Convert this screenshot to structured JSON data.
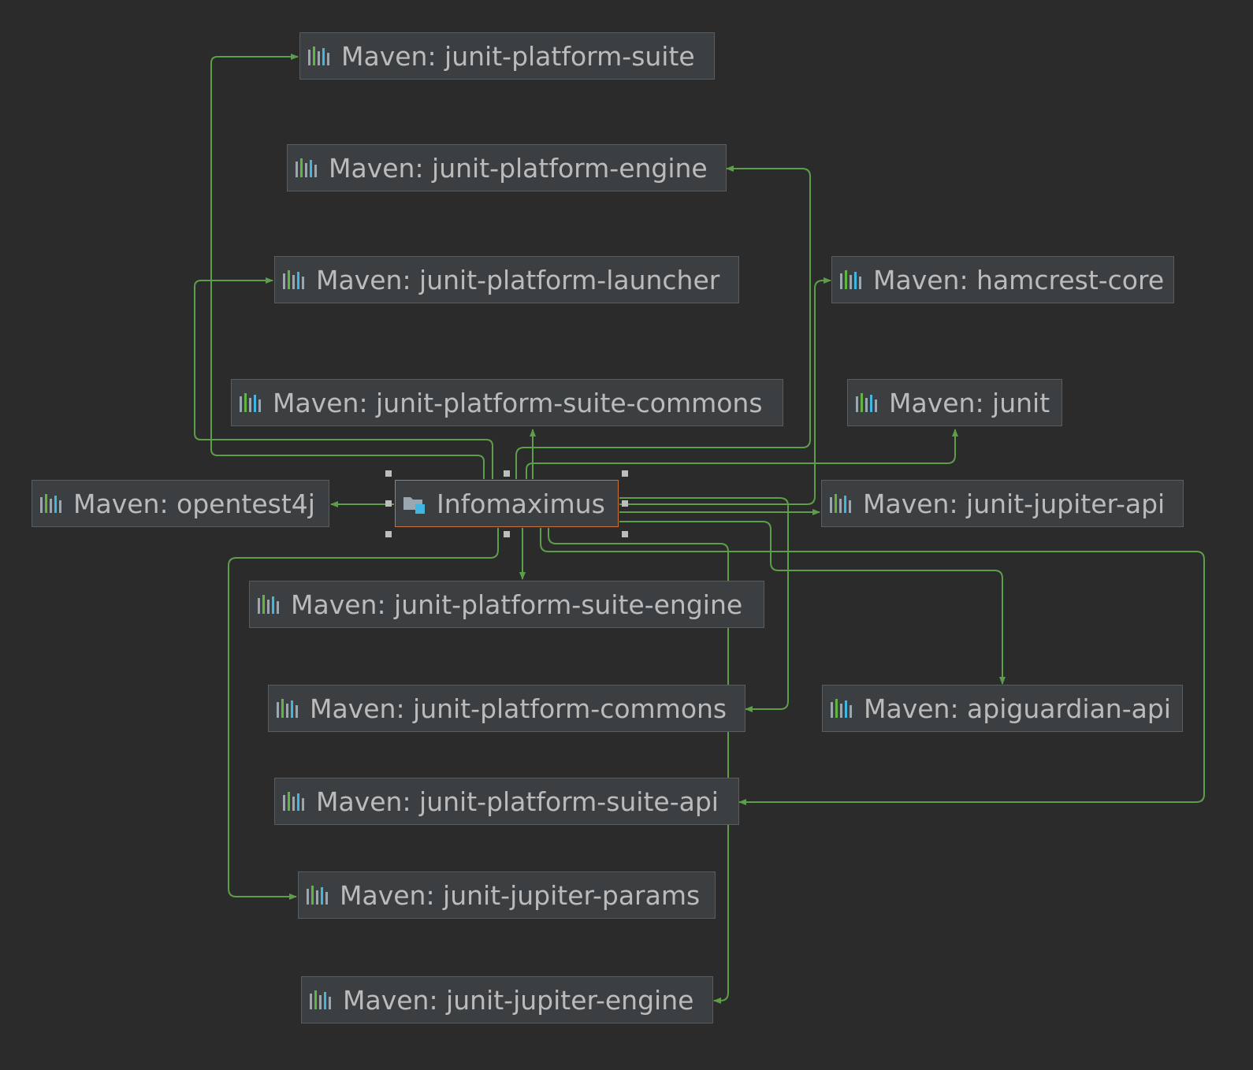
{
  "diagram": {
    "root": {
      "label": "Infomaximus",
      "icon": "module-folder-icon"
    },
    "dependencies": [
      {
        "id": "junit-platform-suite",
        "label": "Maven: junit-platform-suite",
        "icon": "maven-library-icon"
      },
      {
        "id": "junit-platform-engine",
        "label": "Maven: junit-platform-engine",
        "icon": "maven-library-icon"
      },
      {
        "id": "junit-platform-launcher",
        "label": "Maven: junit-platform-launcher",
        "icon": "maven-library-icon"
      },
      {
        "id": "hamcrest-core",
        "label": "Maven: hamcrest-core",
        "icon": "maven-library-icon"
      },
      {
        "id": "junit-platform-suite-commons",
        "label": "Maven: junit-platform-suite-commons",
        "icon": "maven-library-icon"
      },
      {
        "id": "junit",
        "label": "Maven: junit",
        "icon": "maven-library-icon"
      },
      {
        "id": "opentest4j",
        "label": "Maven: opentest4j",
        "icon": "maven-library-icon"
      },
      {
        "id": "junit-jupiter-api",
        "label": "Maven: junit-jupiter-api",
        "icon": "maven-library-icon"
      },
      {
        "id": "junit-platform-suite-engine",
        "label": "Maven: junit-platform-suite-engine",
        "icon": "maven-library-icon"
      },
      {
        "id": "junit-platform-commons",
        "label": "Maven: junit-platform-commons",
        "icon": "maven-library-icon"
      },
      {
        "id": "apiguardian-api",
        "label": "Maven: apiguardian-api",
        "icon": "maven-library-icon"
      },
      {
        "id": "junit-platform-suite-api",
        "label": "Maven: junit-platform-suite-api",
        "icon": "maven-library-icon"
      },
      {
        "id": "junit-jupiter-params",
        "label": "Maven: junit-jupiter-params",
        "icon": "maven-library-icon"
      },
      {
        "id": "junit-jupiter-engine",
        "label": "Maven: junit-jupiter-engine",
        "icon": "maven-library-icon"
      }
    ]
  },
  "colors": {
    "background": "#2b2b2b",
    "node_fill": "#3c3f41",
    "node_border": "#5a5d5f",
    "selected_border": "#c7723a",
    "edge": "#5e9e4a",
    "text": "#bbbbbb"
  }
}
